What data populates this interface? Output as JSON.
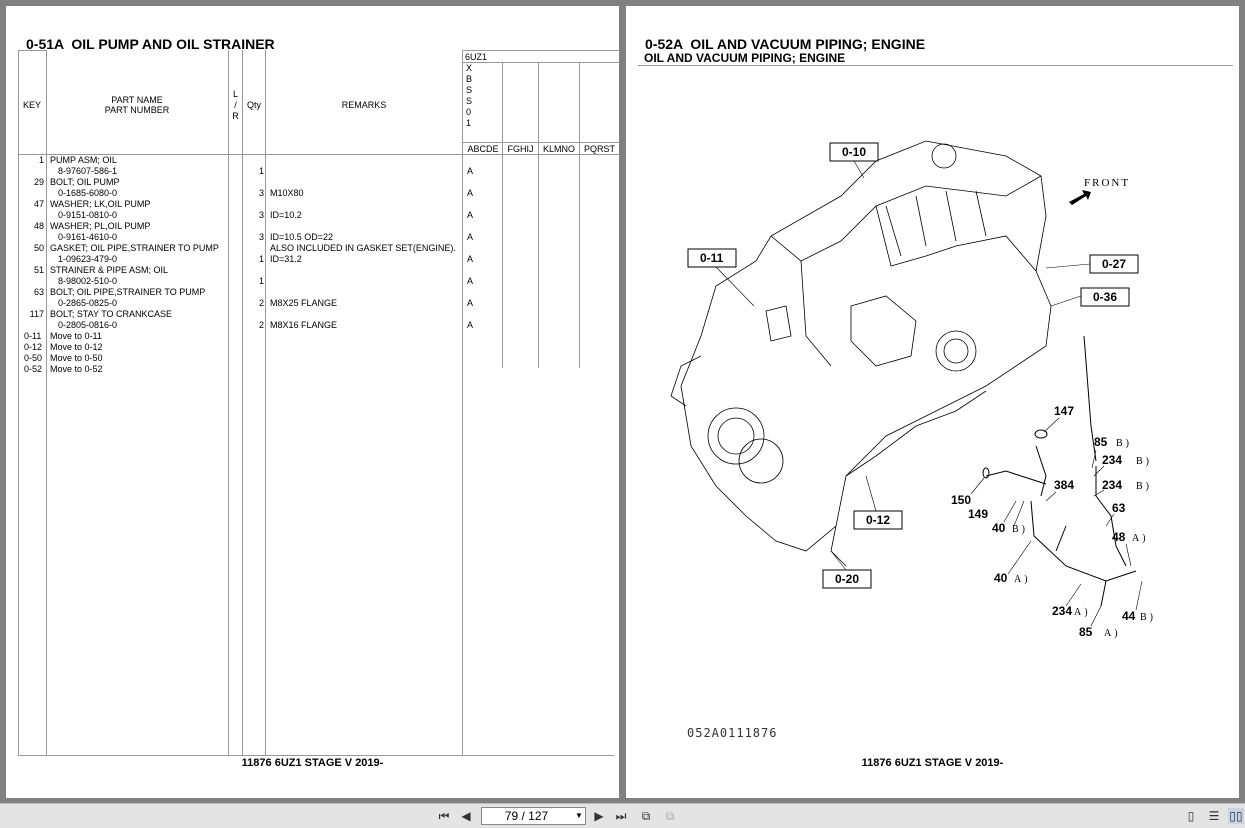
{
  "left_page": {
    "title": "0-51A  OIL PUMP AND OIL STRAINER",
    "footer": "11876 6UZ1 STAGE V 2019-",
    "headers": {
      "key": "KEY",
      "part_name": "PART NAME",
      "part_number": "PART NUMBER",
      "lr_l": "L",
      "lr_sep": "/",
      "lr_r": "R",
      "qty": "Qty",
      "remarks": "REMARKS",
      "model": "6UZ1",
      "model_code": [
        "X",
        "B",
        "S",
        "S",
        "0",
        "1"
      ],
      "groups": [
        "ABCDE",
        "FGHIJ",
        "KLMNO",
        "PQRST"
      ]
    },
    "rows": [
      {
        "key": "1",
        "name": "PUMP ASM; OIL",
        "number": "8-97607-586-1",
        "qty": "1",
        "remarks": "",
        "abcde": "A"
      },
      {
        "key": "29",
        "name": "BOLT; OIL PUMP",
        "number": "0-1685-6080-0",
        "qty": "3",
        "remarks": "M10X80",
        "abcde": "A"
      },
      {
        "key": "47",
        "name": "WASHER; LK,OIL PUMP",
        "number": "0-9151-0810-0",
        "qty": "3",
        "remarks": "ID=10.2",
        "abcde": "A"
      },
      {
        "key": "48",
        "name": "WASHER; PL,OIL PUMP",
        "number": "0-9161-4610-0",
        "qty": "3",
        "remarks": "ID=10.5 OD=22",
        "abcde": "A"
      },
      {
        "key": "50",
        "name": "GASKET; OIL PIPE,STRAINER TO PUMP",
        "number": "1-09623-479-0",
        "qty": "1",
        "remarks_top": "ALSO INCLUDED IN GASKET SET(ENGINE).",
        "remarks": "ID=31.2",
        "abcde": "A"
      },
      {
        "key": "51",
        "name": "STRAINER & PIPE ASM; OIL",
        "number": "8-98002-510-0",
        "qty": "1",
        "remarks": "",
        "abcde": "A"
      },
      {
        "key": "63",
        "name": "BOLT; OIL PIPE,STRAINER TO PUMP",
        "number": "0-2865-0825-0",
        "qty": "2",
        "remarks": "M8X25 FLANGE",
        "abcde": "A"
      },
      {
        "key": "117",
        "name": "BOLT; STAY TO CRANKCASE",
        "number": "0-2805-0816-0",
        "qty": "2",
        "remarks": "M8X16 FLANGE",
        "abcde": "A"
      }
    ],
    "moves": [
      {
        "key": "0-11",
        "text": "Move to 0-11"
      },
      {
        "key": "0-12",
        "text": "Move to 0-12"
      },
      {
        "key": "0-50",
        "text": "Move to 0-50"
      },
      {
        "key": "0-52",
        "text": "Move to 0-52"
      }
    ]
  },
  "right_page": {
    "title": "0-52A  OIL AND VACUUM PIPING; ENGINE",
    "subtitle": "OIL AND VACUUM PIPING; ENGINE",
    "footer": "11876 6UZ1 STAGE V 2019-",
    "figure_code": "052A0111876",
    "front_label": "FRONT",
    "box_labels": [
      "0-10",
      "0-11",
      "0-27",
      "0-36",
      "0-12",
      "0-20"
    ],
    "callouts": [
      {
        "num": "147",
        "tag": ""
      },
      {
        "num": "85",
        "tag": "B)"
      },
      {
        "num": "234",
        "tag": "B)"
      },
      {
        "num": "234",
        "tag": "B)"
      },
      {
        "num": "384",
        "tag": ""
      },
      {
        "num": "63",
        "tag": ""
      },
      {
        "num": "150",
        "tag": ""
      },
      {
        "num": "149",
        "tag": ""
      },
      {
        "num": "40",
        "tag": "B)"
      },
      {
        "num": "48",
        "tag": "A)"
      },
      {
        "num": "40",
        "tag": "A)"
      },
      {
        "num": "234",
        "tag": "A)"
      },
      {
        "num": "44",
        "tag": "B)"
      },
      {
        "num": "85",
        "tag": "A)"
      }
    ]
  },
  "toolbar": {
    "page_indicator": "79 / 127",
    "icons": [
      "first-page-icon",
      "prev-page-icon",
      "next-page-icon",
      "last-page-icon",
      "rotate-icon",
      "rotate-back-icon",
      "single-page-view-icon",
      "continuous-view-icon",
      "two-page-view-icon"
    ]
  }
}
